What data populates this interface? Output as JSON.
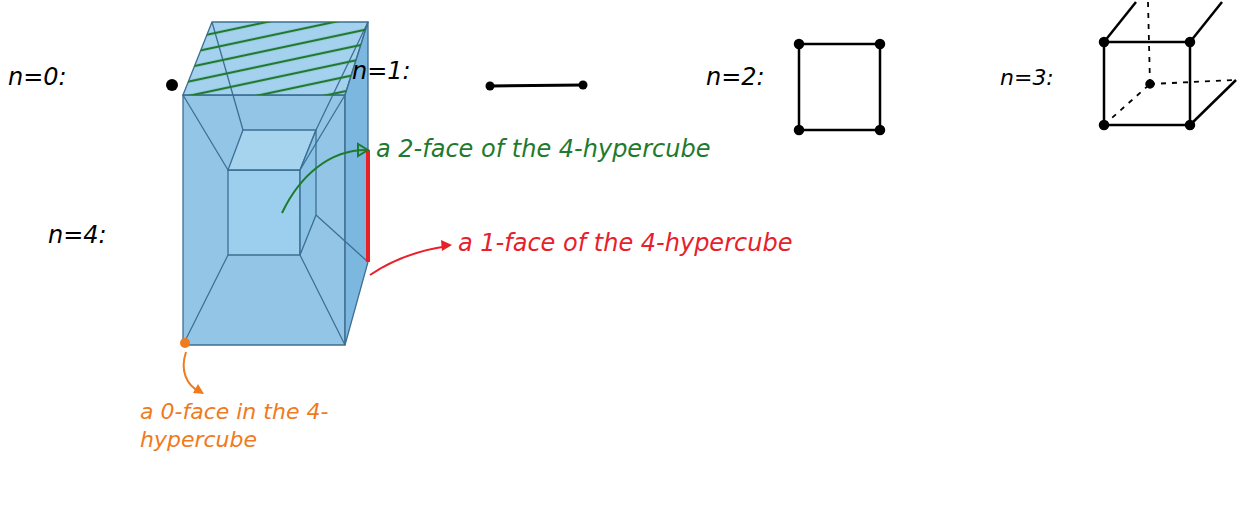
{
  "diagram": {
    "labels": [
      "n=0:",
      "n=1:",
      "n=2:",
      "n=3:",
      "n=4:",
      "a 2-face of the 4-hypercube",
      "a 1-face of the 4-hypercube",
      "a 0-face in the 4-hypercube"
    ]
  }
}
